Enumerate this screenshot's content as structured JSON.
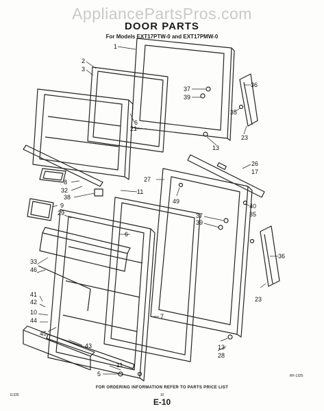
{
  "watermark": "AppliancePartsPros.com",
  "header": {
    "title": "DOOR PARTS",
    "subtitle": "For Models EXT17PTW-0 and EXT17PMW-0"
  },
  "callouts": [
    "1",
    "2",
    "3",
    "36",
    "37",
    "39",
    "6",
    "21",
    "35",
    "23",
    "13",
    "8",
    "32",
    "38",
    "11",
    "26",
    "17",
    "27",
    "49",
    "40",
    "35",
    "9",
    "29",
    "37",
    "39",
    "6",
    "36",
    "23",
    "33",
    "46",
    "41",
    "42",
    "10",
    "44",
    "45",
    "7",
    "43",
    "11",
    "5",
    "13",
    "28"
  ],
  "footer": {
    "note": "FOR ORDERING INFORMATION REFER TO PARTS PRICE LIST",
    "code_left": "11335",
    "code_right": "RF-1325",
    "page_small": "10",
    "page": "E-10"
  }
}
